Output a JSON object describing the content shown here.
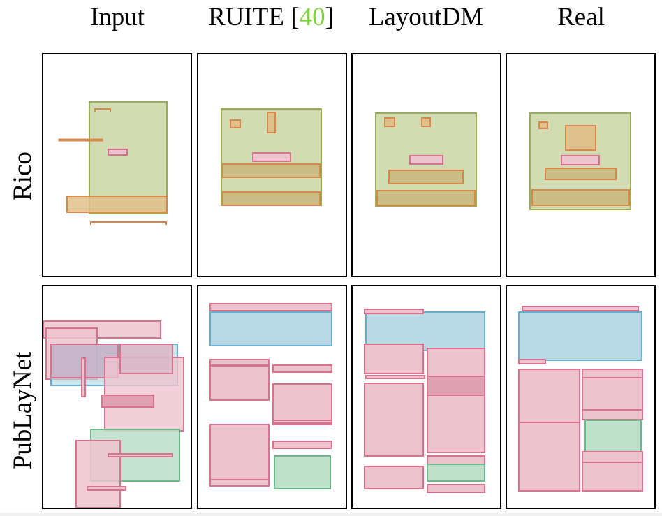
{
  "figure": {
    "columns": [
      {
        "label": "Input"
      },
      {
        "label": "RUITE [",
        "cite": "40",
        "suffix": "]"
      },
      {
        "label": "LayoutDM"
      },
      {
        "label": "Real"
      }
    ],
    "rows": [
      {
        "label": "Rico"
      },
      {
        "label": "PubLayNet"
      }
    ],
    "colors": {
      "olive_fill": "#d2dbb1",
      "olive_stroke": "#9aad4f",
      "orange_fill": "#dfbf8b",
      "orange_stroke": "#d9884a",
      "pink_fill": "#edc3ce",
      "pink_stroke": "#d9728e",
      "blue_fill": "#b8d8e4",
      "blue_stroke": "#6aaccb",
      "green_fill": "#bfe0cb",
      "green_stroke": "#6cb888",
      "mauve_fill": "#c6b1c7",
      "dark_pink_fill": "#dc97ae"
    }
  }
}
